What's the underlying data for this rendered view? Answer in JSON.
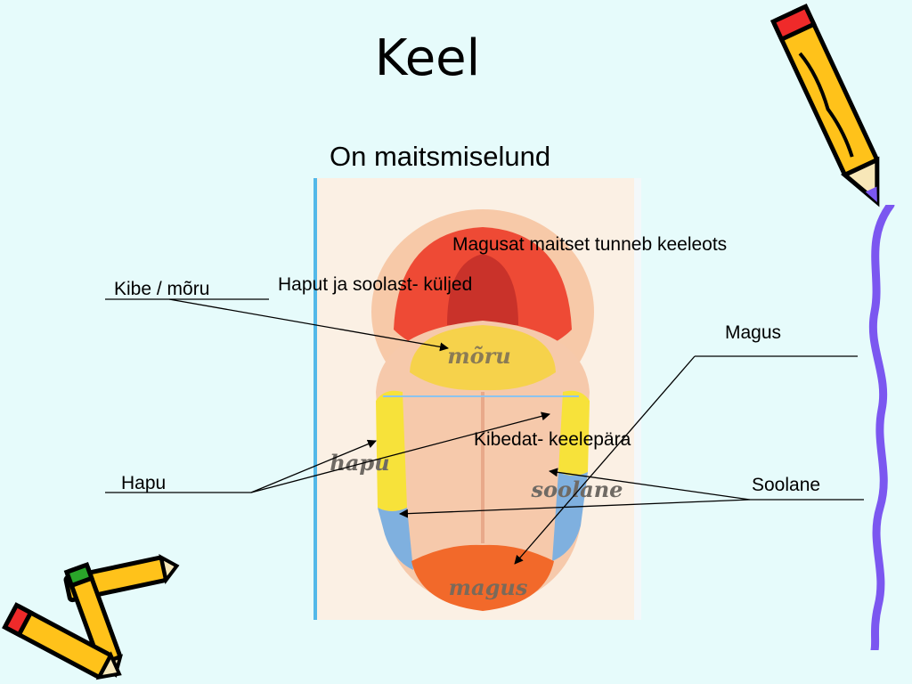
{
  "slide": {
    "title": "Keel",
    "subtitle": "On maitsmiselund"
  },
  "tongue_regions": {
    "top": "mõru",
    "left": "hapu",
    "right": "soolane",
    "bottom": "magus"
  },
  "annotations": {
    "tip_note": "Magusat maitset tunneb keeleots",
    "sides_note": "Haput ja soolast- küljed",
    "back_note": "Kibedat- keelepära",
    "bitter": "Kibe / mõru",
    "sweet": "Magus",
    "sour": "Hapu",
    "salty": "Soolane"
  },
  "colors": {
    "background": "#e6fbfb",
    "pencil_body": "#ffc21a",
    "pencil_outline": "#000000",
    "decorative_wave": "#7b57f0",
    "tongue_red": "#ee4a35",
    "tongue_yellow": "#f7e23a",
    "tongue_blue": "#7fb0df",
    "tongue_orange": "#f2692a"
  }
}
